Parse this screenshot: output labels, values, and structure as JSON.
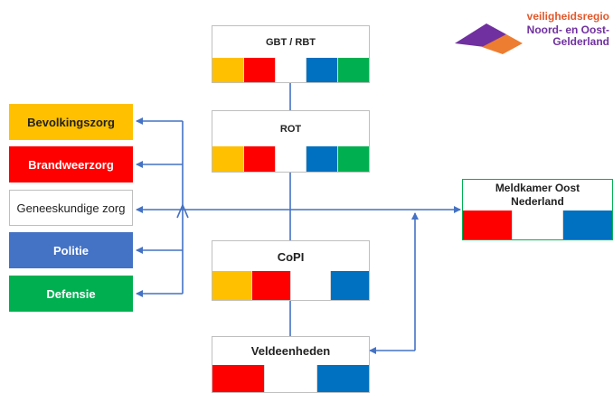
{
  "logo": {
    "line1": "veiligheidsregio",
    "line2": "Noord- en Oost-",
    "line3": "Gelderland"
  },
  "colors": {
    "orange": "#ffc000",
    "red": "#ff0000",
    "white": "#ffffff",
    "blue": "#0070c0",
    "green": "#00b050",
    "politie_blue": "#4472c4",
    "defensie_green": "#00b050",
    "arrow": "#4472c4"
  },
  "boxes": {
    "gbt": {
      "title": "GBT / RBT",
      "stripes": [
        "orange",
        "red",
        "white",
        "blue",
        "green"
      ]
    },
    "rot": {
      "title": "ROT",
      "stripes": [
        "orange",
        "red",
        "white",
        "blue",
        "green"
      ]
    },
    "copi": {
      "title": "CoPI",
      "stripes": [
        "orange",
        "red",
        "white",
        "blue"
      ]
    },
    "veld": {
      "title": "Veldeenheden",
      "stripes": [
        "red",
        "white",
        "blue"
      ]
    },
    "meldkamer": {
      "title_line1": "Meldkamer Oost",
      "title_line2": "Nederland",
      "stripes": [
        "red",
        "white",
        "blue"
      ]
    }
  },
  "disciplines": [
    {
      "label": "Bevolkingszorg",
      "bg": "#ffc000",
      "fg": "#222222"
    },
    {
      "label": "Brandweerzorg",
      "bg": "#ff0000",
      "fg": "#ffffff"
    },
    {
      "label": "Geneeskundige zorg",
      "bg": "#ffffff",
      "fg": "#222222"
    },
    {
      "label": "Politie",
      "bg": "#4472c4",
      "fg": "#ffffff"
    },
    {
      "label": "Defensie",
      "bg": "#00b050",
      "fg": "#ffffff"
    }
  ]
}
